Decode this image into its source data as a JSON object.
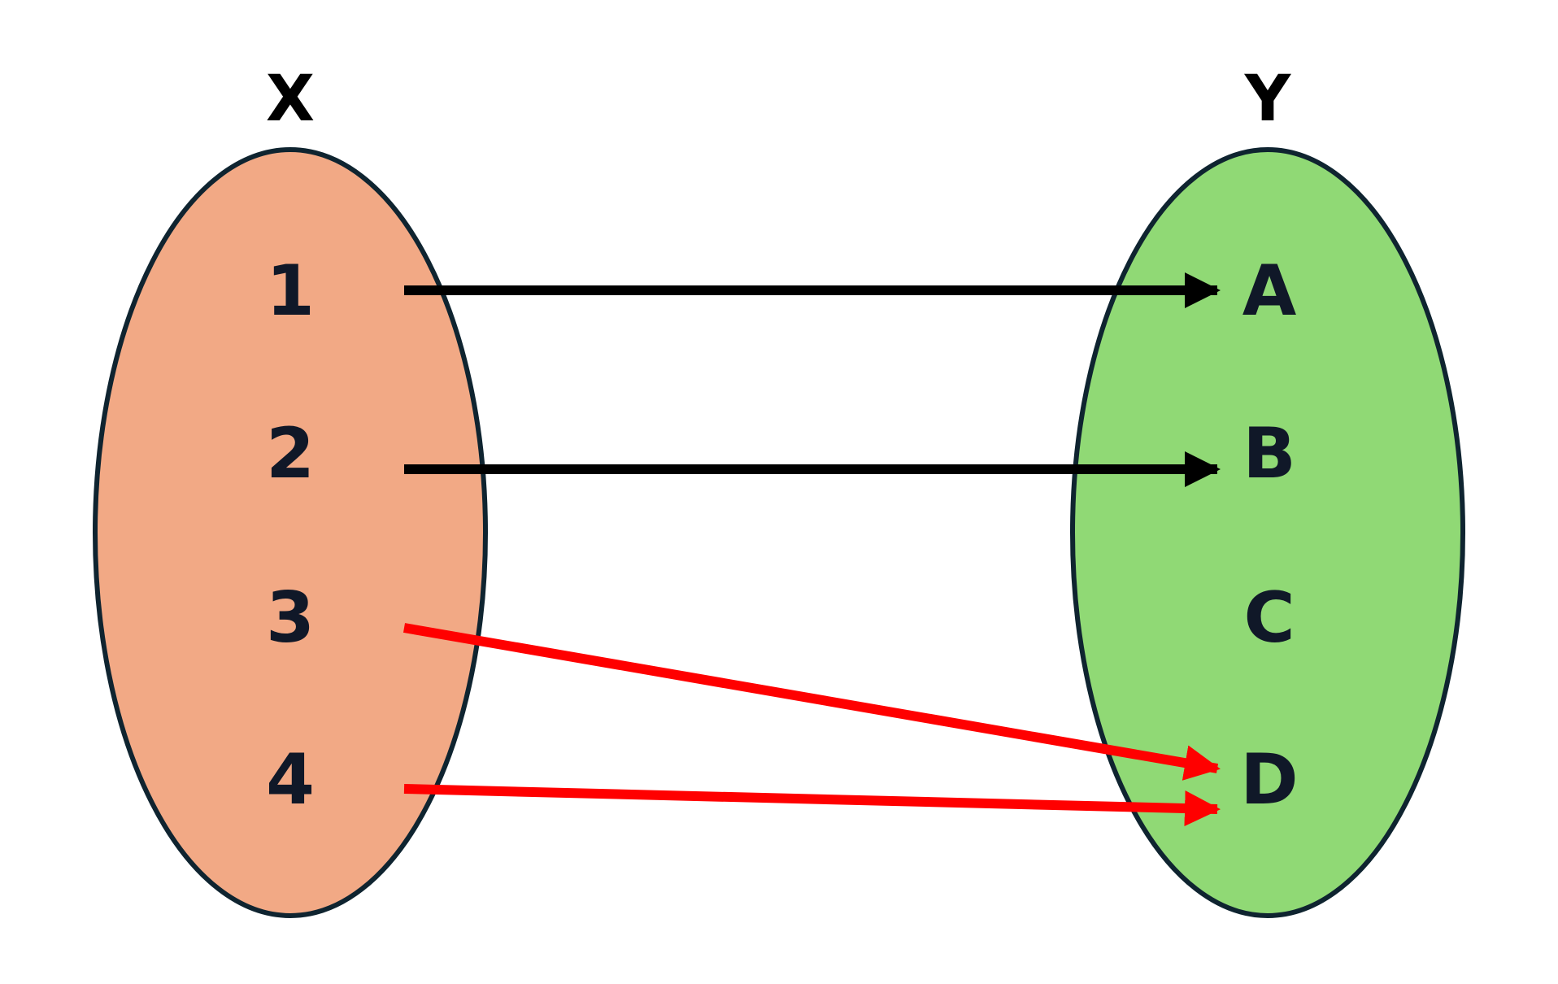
{
  "colors": {
    "domain_fill": "#f2a985",
    "codomain_fill": "#90d975",
    "ellipse_stroke": "#0f2430",
    "label_color": "#101828",
    "title_color": "#000000",
    "arrow_black": "#000000",
    "arrow_red": "#ff0000"
  },
  "sets": {
    "domain": {
      "name": "X",
      "elements": [
        "1",
        "2",
        "3",
        "4"
      ]
    },
    "codomain": {
      "name": "Y",
      "elements": [
        "A",
        "B",
        "C",
        "D"
      ]
    }
  },
  "mappings": [
    {
      "from": "1",
      "to": "A",
      "color": "black"
    },
    {
      "from": "2",
      "to": "B",
      "color": "black"
    },
    {
      "from": "3",
      "to": "D",
      "color": "red"
    },
    {
      "from": "4",
      "to": "D",
      "color": "red"
    }
  ]
}
